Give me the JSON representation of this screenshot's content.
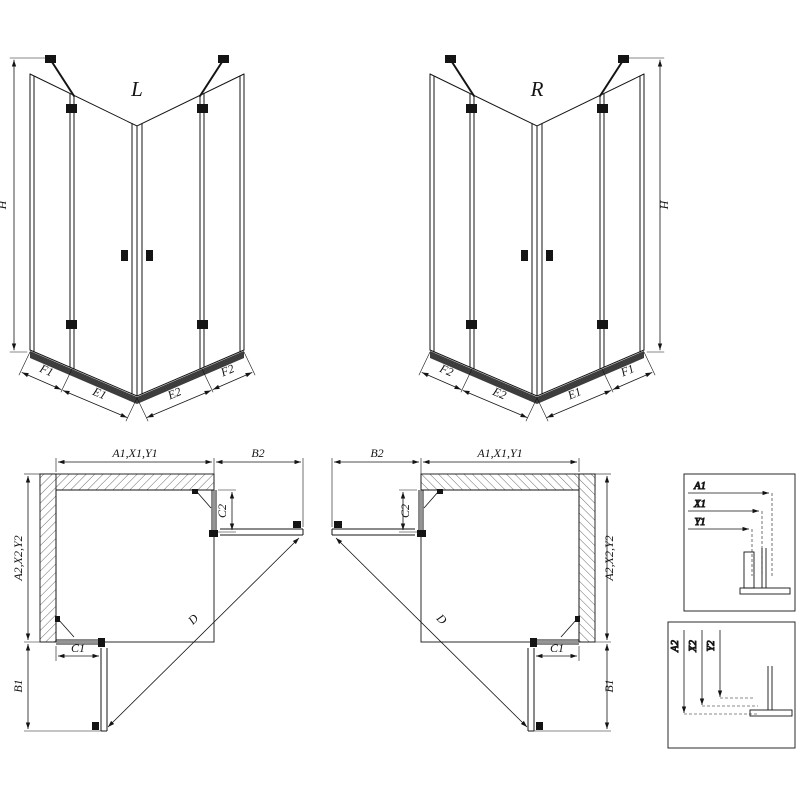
{
  "drawing": {
    "kind": "corner shower enclosure technical drawing",
    "colors": {
      "line": "#141414",
      "background": "#ffffff",
      "threshold": "#3d3d3d"
    }
  },
  "iso_left": {
    "label": "L",
    "height_dim": "H",
    "bottom_dims": [
      "F1",
      "E1",
      "E2",
      "F2"
    ]
  },
  "iso_right": {
    "label": "R",
    "height_dim": "H",
    "bottom_dims": [
      "F2",
      "E2",
      "E1",
      "F1"
    ]
  },
  "plan_left": {
    "top_dim": "A1,X1,Y1",
    "top_side_dim": "B2",
    "left_dim": "A2,X2,Y2",
    "left_side_dim": "B1",
    "door_top_dim": "C2",
    "door_bottom_dim": "C1",
    "diagonal_dim": "D"
  },
  "plan_right": {
    "top_dim": "A1,X1,Y1",
    "top_side_dim": "B2",
    "right_dim": "A2,X2,Y2",
    "right_side_dim": "B1",
    "door_top_dim": "C2",
    "door_bottom_dim": "C1",
    "diagonal_dim": "D"
  },
  "detail_top": {
    "dims": [
      "A1",
      "X1",
      "Y1"
    ]
  },
  "detail_bottom": {
    "dims": [
      "A2",
      "X2",
      "Y2"
    ]
  }
}
